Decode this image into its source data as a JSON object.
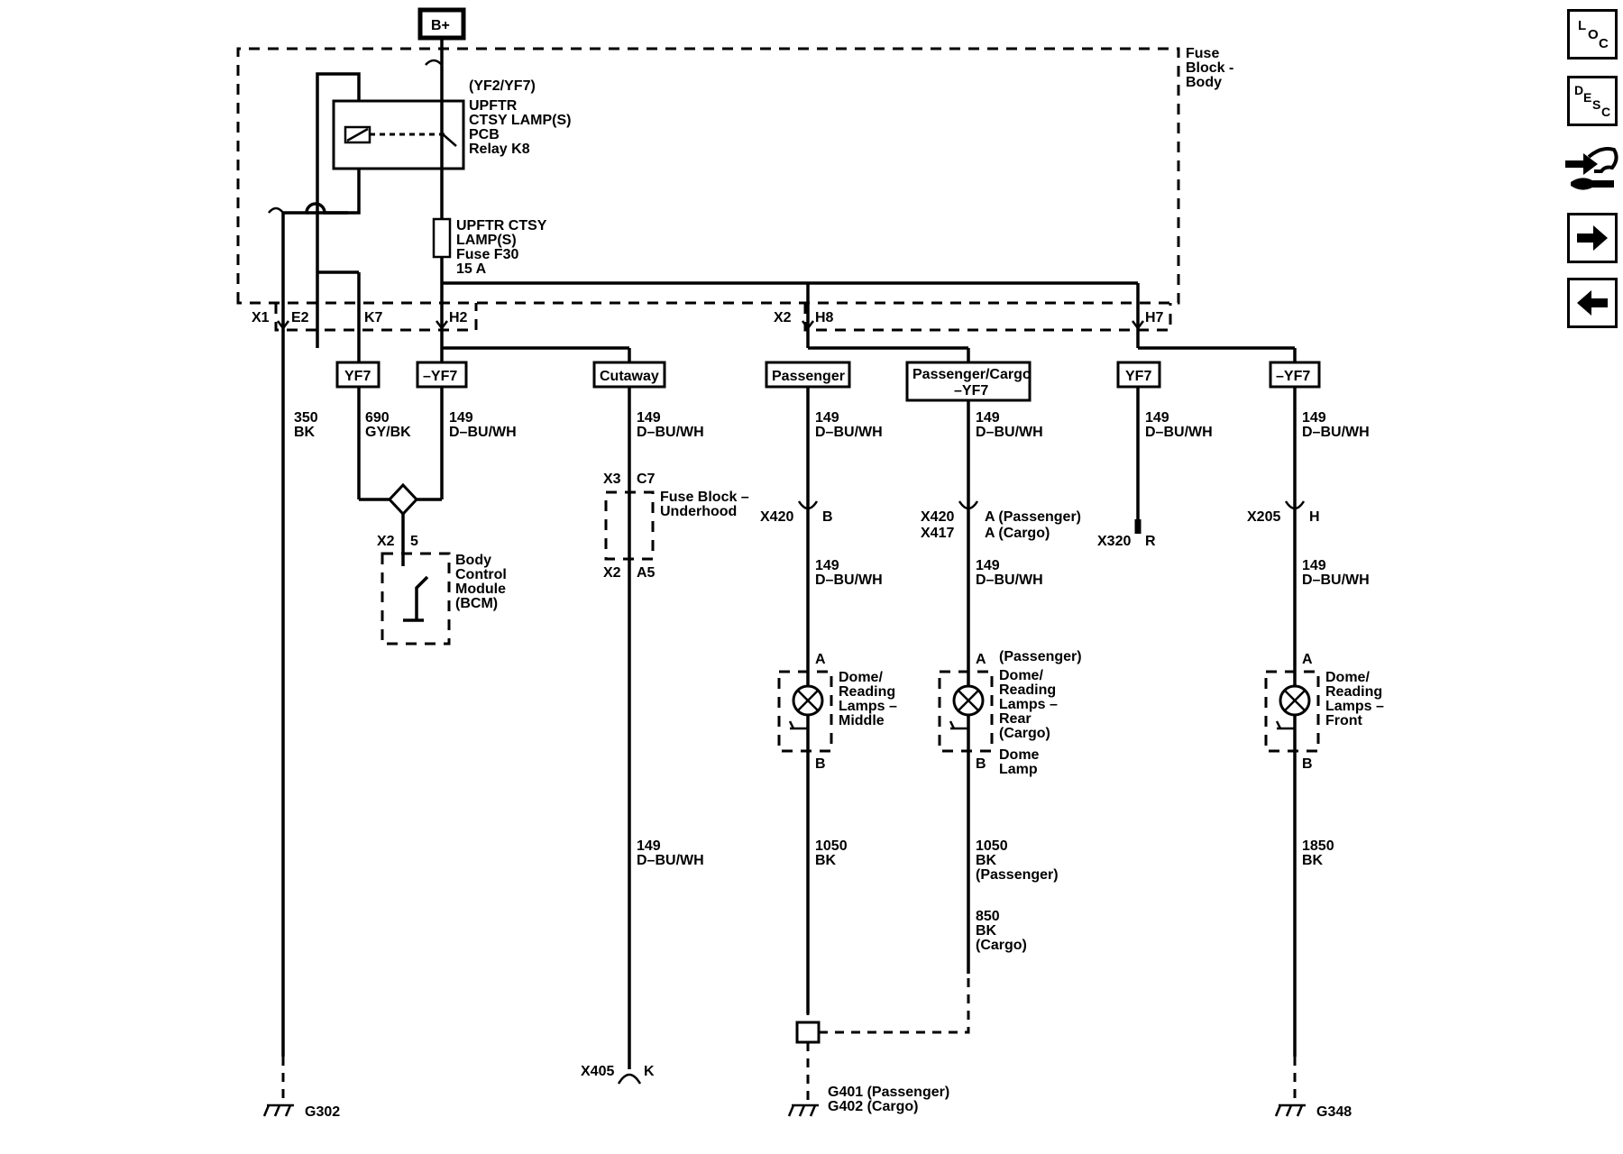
{
  "battery": "B+",
  "fuse_block": {
    "l1": "Fuse",
    "l2": "Block -",
    "l3": "Body"
  },
  "relay": {
    "variant": "(YF2/YF7)",
    "l1": "UPFTR",
    "l2": "CTSY LAMP(S)",
    "l3": "PCB",
    "l4": "Relay K8"
  },
  "fuse": {
    "l1": "UPFTR CTSY",
    "l2": "LAMP(S)",
    "l3": "Fuse F30",
    "l4": "15 A"
  },
  "conn": {
    "x1": "X1",
    "e2": "E2",
    "k7": "K7",
    "h2": "H2",
    "x2": "X2",
    "h8": "H8",
    "h7": "H7",
    "x3": "X3",
    "c7": "C7",
    "x2b": "X2",
    "a5": "A5",
    "bcm_x2": "X2",
    "bcm_5": "5",
    "x420a": "X420",
    "pin_b": "B",
    "x420b": "X420",
    "x417": "X417",
    "pin_a_pass": "A (Passenger)",
    "pin_a_cargo": "A (Cargo)",
    "x320": "X320",
    "pin_r": "R",
    "x205": "X205",
    "pin_h": "H",
    "x405": "X405",
    "pin_k": "K",
    "lamp_a": "A",
    "lamp_b": "B"
  },
  "options": {
    "yf7_a": "YF7",
    "nyf7_a": "–YF7",
    "cutaway": "Cutaway",
    "passenger": "Passenger",
    "pc_l1": "Passenger/Cargo",
    "pc_l2": "–YF7",
    "yf7_b": "YF7",
    "nyf7_b": "–YF7"
  },
  "wires": {
    "w350": "350",
    "bk": "BK",
    "w690": "690",
    "gybk": "GY/BK",
    "w149": "149",
    "dbuwh": "D–BU/WH",
    "w1050": "1050",
    "w1850": "1850",
    "w850": "850",
    "passenger_p": "(Passenger)",
    "cargo_p": "(Cargo)"
  },
  "bcm": {
    "l1": "Body",
    "l2": "Control",
    "l3": "Module",
    "l4": "(BCM)"
  },
  "underhood": {
    "l1": "Fuse Block –",
    "l2": "Underhood"
  },
  "lamps": {
    "middle": {
      "l1": "Dome/",
      "l2": "Reading",
      "l3": "Lamps –",
      "l4": "Middle"
    },
    "rear": {
      "l0": "(Passenger)",
      "l1": "Dome/",
      "l2": "Reading",
      "l3": "Lamps –",
      "l4": "Rear",
      "l5": "(Cargo)",
      "l6": "Dome",
      "l7": "Lamp"
    },
    "front": {
      "l1": "Dome/",
      "l2": "Reading",
      "l3": "Lamps –",
      "l4": "Front"
    }
  },
  "grounds": {
    "g302": "G302",
    "g401": "G401 (Passenger)",
    "g402": "G402 (Cargo)",
    "g348": "G348"
  },
  "nav": {
    "loc_icon": "location-icon",
    "desc_icon": "description-icon",
    "tool_icon": "connector-tool-icon",
    "next_icon": "arrow-right-icon",
    "prev_icon": "arrow-left-icon"
  }
}
